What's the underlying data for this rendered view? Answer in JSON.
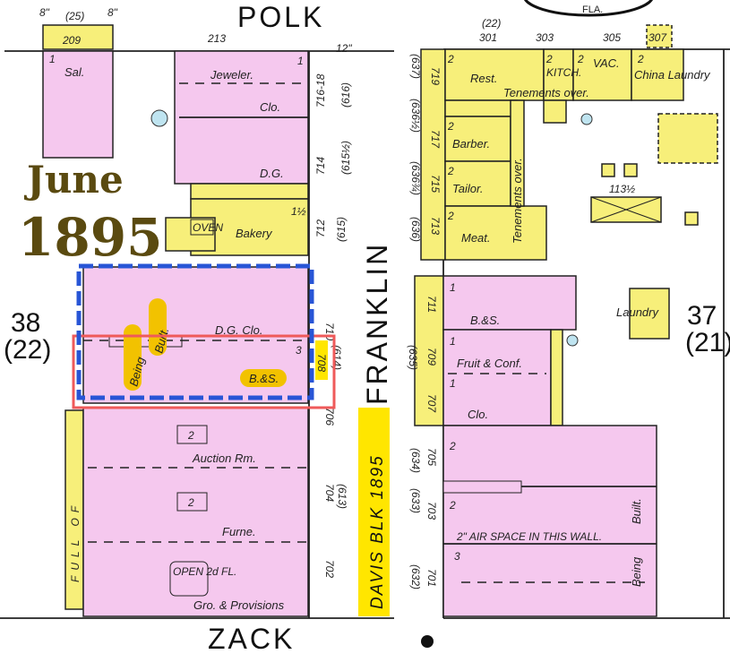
{
  "streets": {
    "north": "POLK",
    "south": "ZACK",
    "east": "FRANKLIN"
  },
  "date_overlay": {
    "month": "June",
    "year": "1895"
  },
  "davis_block_label": "DAVIS BLK 1895",
  "sheet_label": "FLA.",
  "blocks": {
    "left": {
      "number": "38",
      "old_number": "(22)"
    },
    "right": {
      "number": "37",
      "old_number": "(21)"
    }
  },
  "left_block": {
    "lot_209": {
      "address": "209",
      "old": "(25)",
      "wall_left": "8\"",
      "wall_right": "8\""
    },
    "saloon": {
      "label": "Sal.",
      "stories": "1"
    },
    "address_213": "213",
    "jeweler_block": {
      "uses": [
        "Jeweler.",
        "Clo.",
        "D.G."
      ],
      "stories": "1",
      "addresses": [
        "716-18",
        "(616)",
        "714",
        "(615½)"
      ],
      "wall": "12\""
    },
    "bakery": {
      "label": "Bakery",
      "oven": "OVEN",
      "stories": "1½",
      "addresses": [
        "712",
        "(615)"
      ]
    },
    "highlighted_building": {
      "labels": [
        "D.G. Clo.",
        "Being",
        "Built.",
        "B.&S."
      ],
      "stories": "3",
      "addresses": [
        "710",
        "708",
        "(614)"
      ]
    },
    "auction_building": {
      "uses": [
        "Auction Rm.",
        "Furne.",
        "Gro. & Provisions"
      ],
      "stories": "2",
      "note": "OPEN 2d FL.",
      "addresses": [
        "706",
        "704",
        "(613)",
        "702"
      ],
      "side_label": "FULL OF"
    }
  },
  "right_block": {
    "top_addresses": [
      "(22)",
      "301",
      "303",
      "305",
      "307"
    ],
    "top_row": [
      {
        "label": "Rest.",
        "stories": "2"
      },
      {
        "label": "KITCH.",
        "stories": "2"
      },
      {
        "label": "VAC.",
        "stories": "2"
      },
      {
        "label": "China Laundry",
        "stories": "2"
      }
    ],
    "tenements_label": "Tenements over.",
    "tenements_vertical": "Tenements over.",
    "side_shops": [
      {
        "label": "Barber.",
        "stories": "2"
      },
      {
        "label": "Tailor.",
        "stories": "2"
      },
      {
        "label": "Meat.",
        "stories": "2"
      }
    ],
    "side_addresses": [
      "719",
      "(637)",
      "717",
      "(636½)",
      "715",
      "(636¾)",
      "713",
      "(636)"
    ],
    "outbuilding": "113½",
    "lower_shops": [
      {
        "label": "B.&S.",
        "stories": "1"
      },
      {
        "label": "Fruit & Conf.",
        "stories": "1"
      },
      {
        "label": "Clo.",
        "stories": "1"
      }
    ],
    "lower_addresses": [
      "711",
      "709",
      "707",
      "(635)",
      "705",
      "(634)",
      "703",
      "(633)",
      "701",
      "(632)"
    ],
    "laundry": "Laundry",
    "new_building": {
      "labels": [
        "Being",
        "Built."
      ],
      "note": "2\" AIR SPACE IN THIS WALL.",
      "stories": [
        "2",
        "2",
        "3"
      ]
    }
  },
  "colors": {
    "brick": "#f5c8ee",
    "frame": "#f7ef7a",
    "highlight_blue": "#2855d6",
    "highlight_red": "#ef5a5a",
    "date": "#5a4a10",
    "label_bg": "#ffe600"
  }
}
